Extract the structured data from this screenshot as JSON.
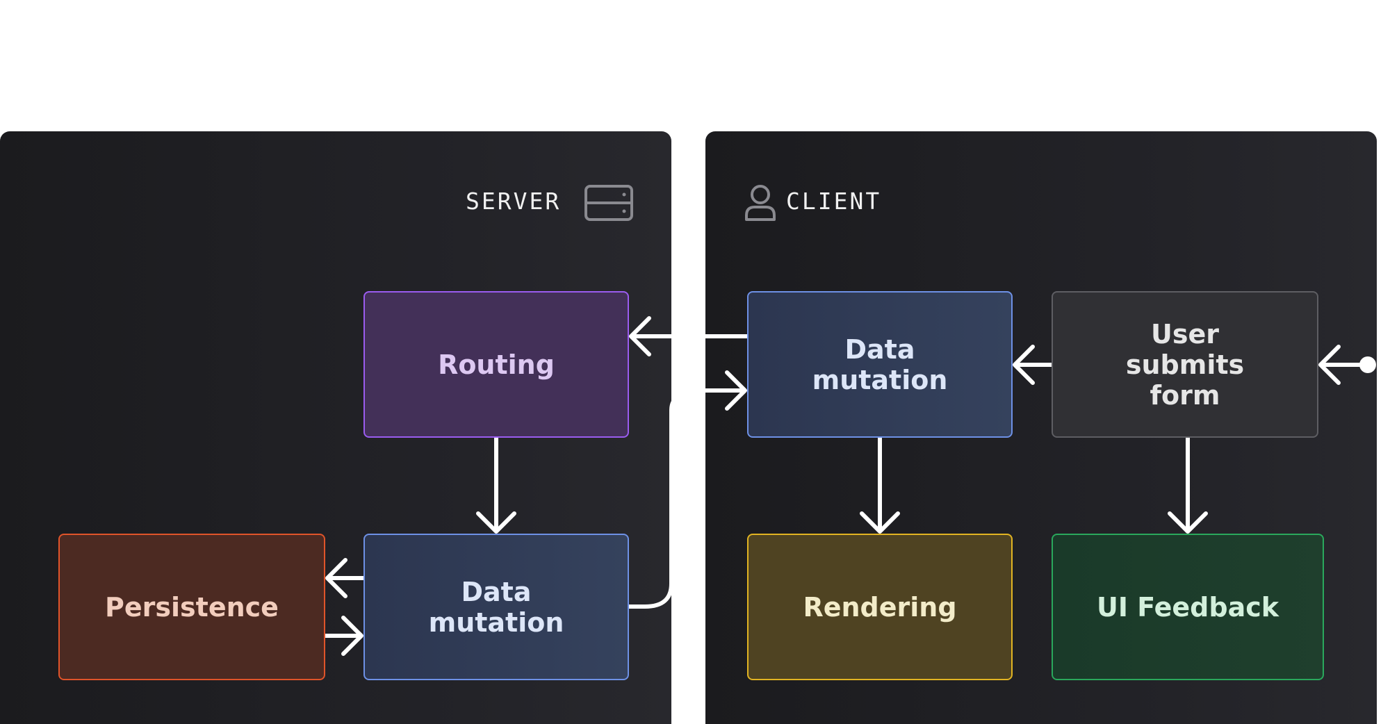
{
  "server": {
    "label": "SERVER",
    "icon": "server-icon"
  },
  "client": {
    "label": "CLIENT",
    "icon": "user-icon"
  },
  "nodes": {
    "routing": "Routing",
    "persistence": "Persistence",
    "server_mutation": "Data\nmutation",
    "client_mutation": "Data\nmutation",
    "user_submits": "User\nsubmits\nform",
    "rendering": "Rendering",
    "ui_feedback": "UI Feedback"
  },
  "colors": {
    "panel": "#1f1f23",
    "routing": "#9b5cf0",
    "persistence": "#e0542a",
    "mutation": "#6e91e6",
    "user": "#5e5e63",
    "rendering": "#e2b422",
    "ui_feedback": "#2aa85c",
    "arrow": "#ffffff"
  }
}
